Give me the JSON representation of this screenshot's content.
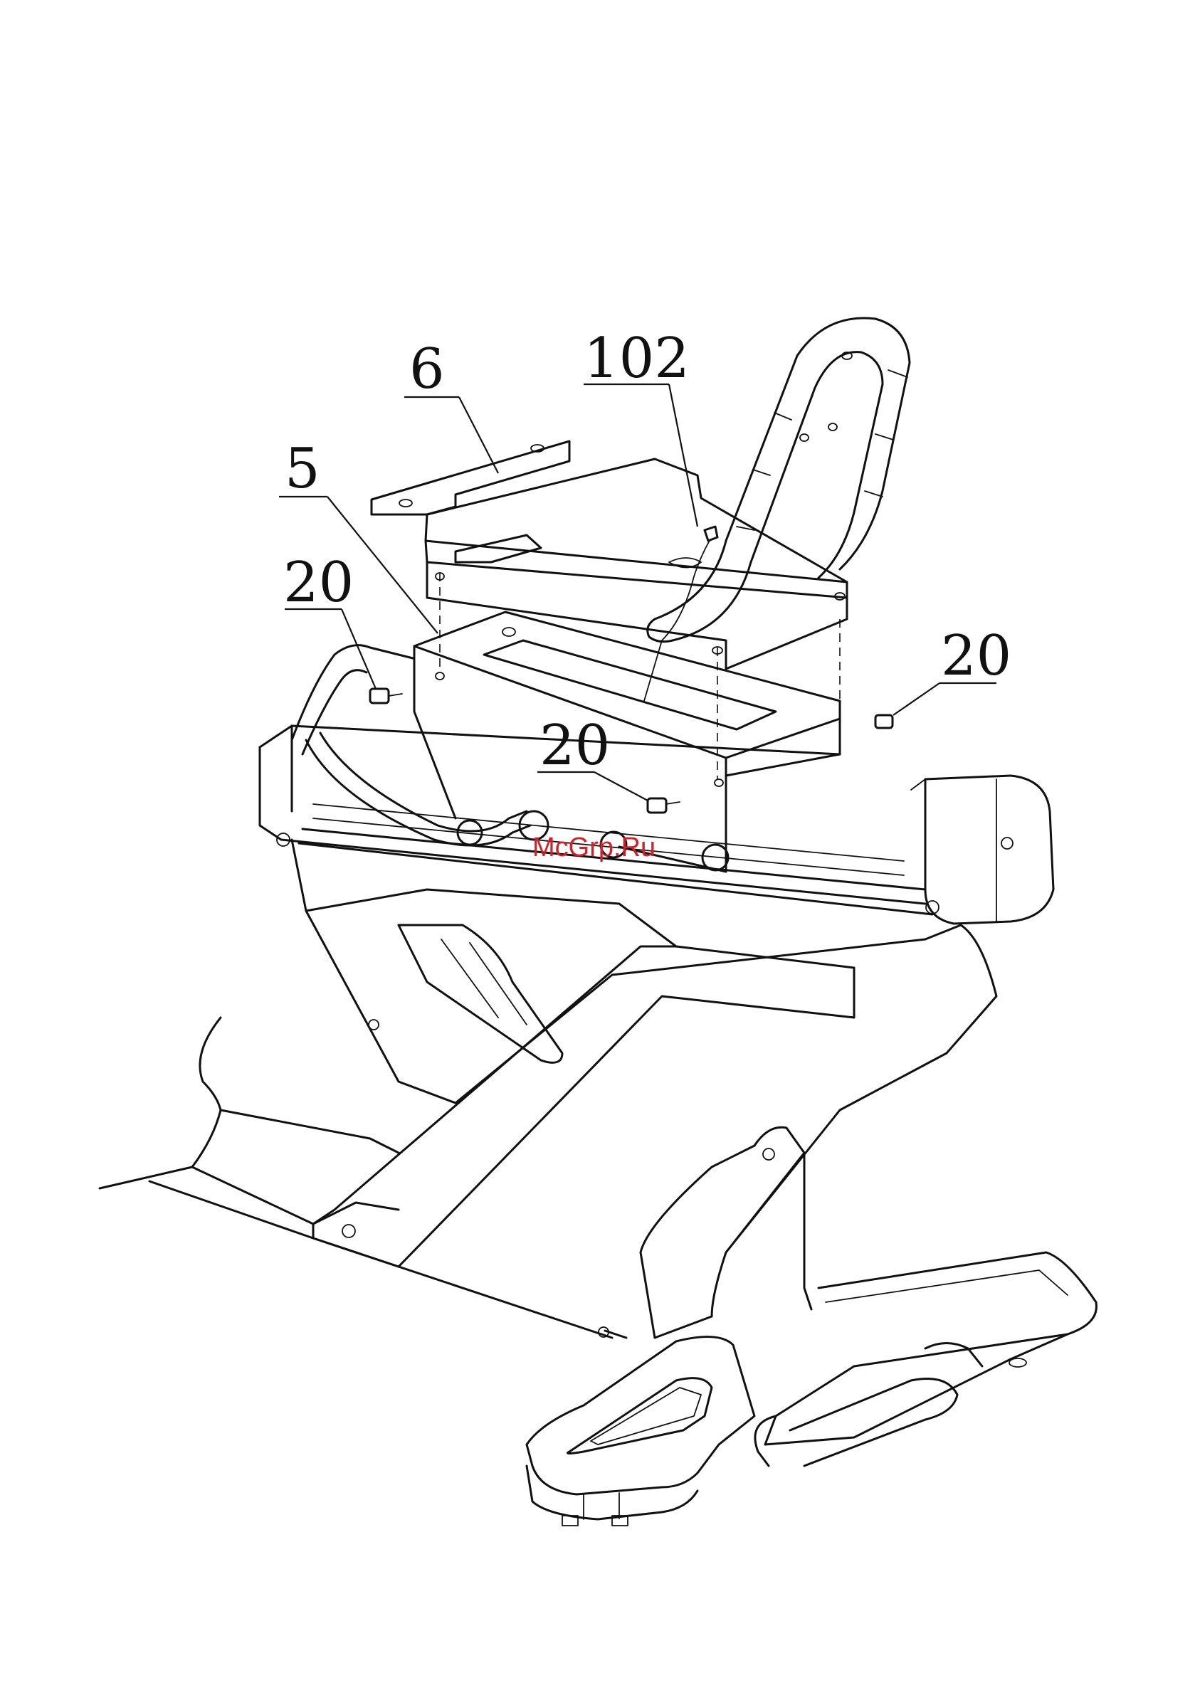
{
  "callouts": {
    "part_6": "6",
    "part_102": "102",
    "part_5": "5",
    "bolt_upper_left": "20",
    "bolt_right": "20",
    "bolt_center": "20"
  },
  "watermark": "McGrp.Ru",
  "colors": {
    "line": "#111111",
    "watermark": "#d0202a",
    "background": "#ffffff"
  }
}
